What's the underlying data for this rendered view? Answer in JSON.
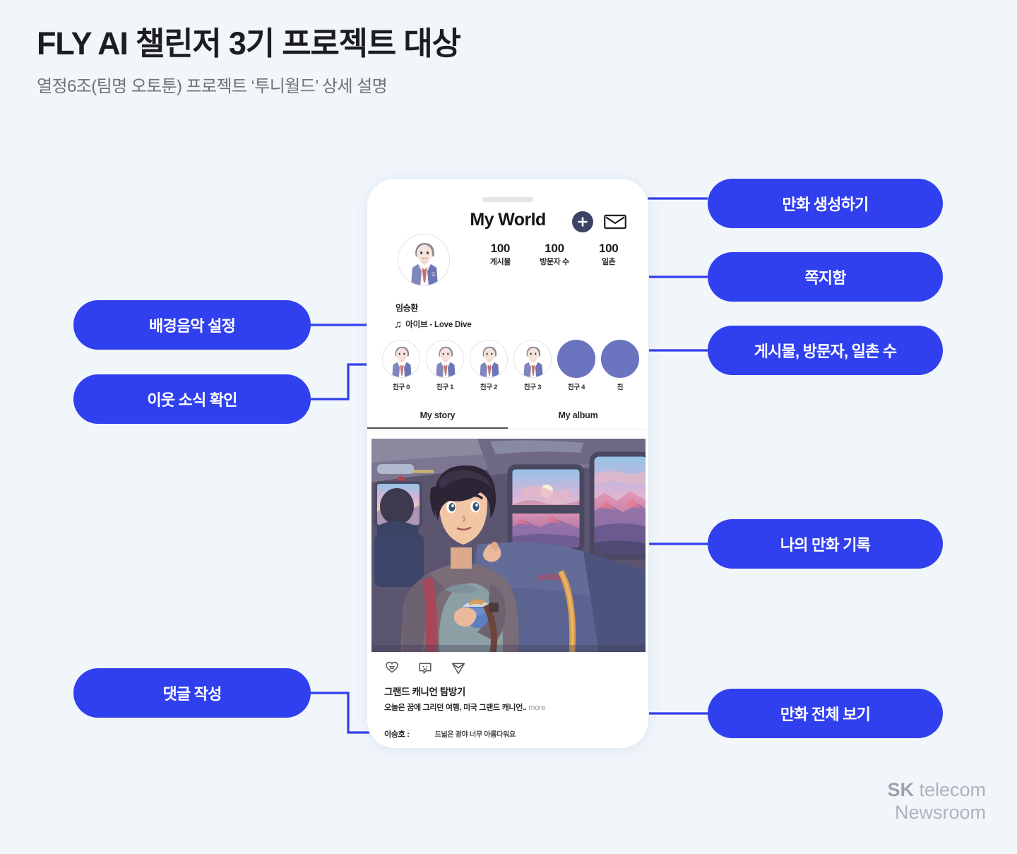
{
  "header": {
    "title": "FLY AI 챌린저 3기 프로젝트 대상",
    "subtitle": "열정6조(팀명 오토툰) 프로젝트 ‘투니월드’ 상세 설명"
  },
  "phone": {
    "app_title": "My World",
    "add_icon": "plus-circle-icon",
    "mail_icon": "envelope-icon",
    "profile": {
      "avatar_icon": "user-avatar-suit",
      "name": "임승환",
      "music_note_icon": "music-note-icon",
      "music": "아이브 - Love Dive"
    },
    "stats": [
      {
        "value": "100",
        "label": "게시물"
      },
      {
        "value": "100",
        "label": "방문자 수"
      },
      {
        "value": "100",
        "label": "일촌"
      }
    ],
    "friends": [
      {
        "label": "친구 0",
        "type": "avatar"
      },
      {
        "label": "친구 1",
        "type": "avatar"
      },
      {
        "label": "친구 2",
        "type": "avatar"
      },
      {
        "label": "친구 3",
        "type": "avatar"
      },
      {
        "label": "친구 4",
        "type": "plain"
      },
      {
        "label": "친",
        "type": "plain"
      }
    ],
    "tabs": [
      {
        "label": "My story",
        "active": true
      },
      {
        "label": "My album",
        "active": false
      }
    ],
    "post": {
      "image_alt": "bus-window-canyon-sunset-illustration",
      "actions": [
        "like-icon",
        "comment-icon",
        "share-icon"
      ],
      "title": "그랜드 캐니언 탐방기",
      "caption": "오늘은 꿈에 그리던 여행, 미국 그랜드 캐니언..",
      "more_label": "more",
      "comment_user": "이승호 :",
      "comment_text": "드넓은 광야 너무 아름다워요"
    }
  },
  "callouts": {
    "create": "만화 생성하기",
    "mail": "쪽지함",
    "stats": "게시물, 방문자, 일촌 수",
    "record": "나의 만화 기록",
    "view_all": "만화 전체 보기",
    "bgm": "배경음악 설정",
    "neighbor": "이웃 소식 확인",
    "comment": "댓글 작성"
  },
  "footer": {
    "brand_sk": "SK",
    "brand_telecom": " telecom",
    "brand_newsroom": "Newsroom"
  },
  "colors": {
    "accent_blue": "#3040ee",
    "page_bg": "#f1f6fb",
    "text_dark": "#1d1d1f",
    "text_muted": "#6e7279",
    "logo_grey": "#aeb4bd"
  }
}
